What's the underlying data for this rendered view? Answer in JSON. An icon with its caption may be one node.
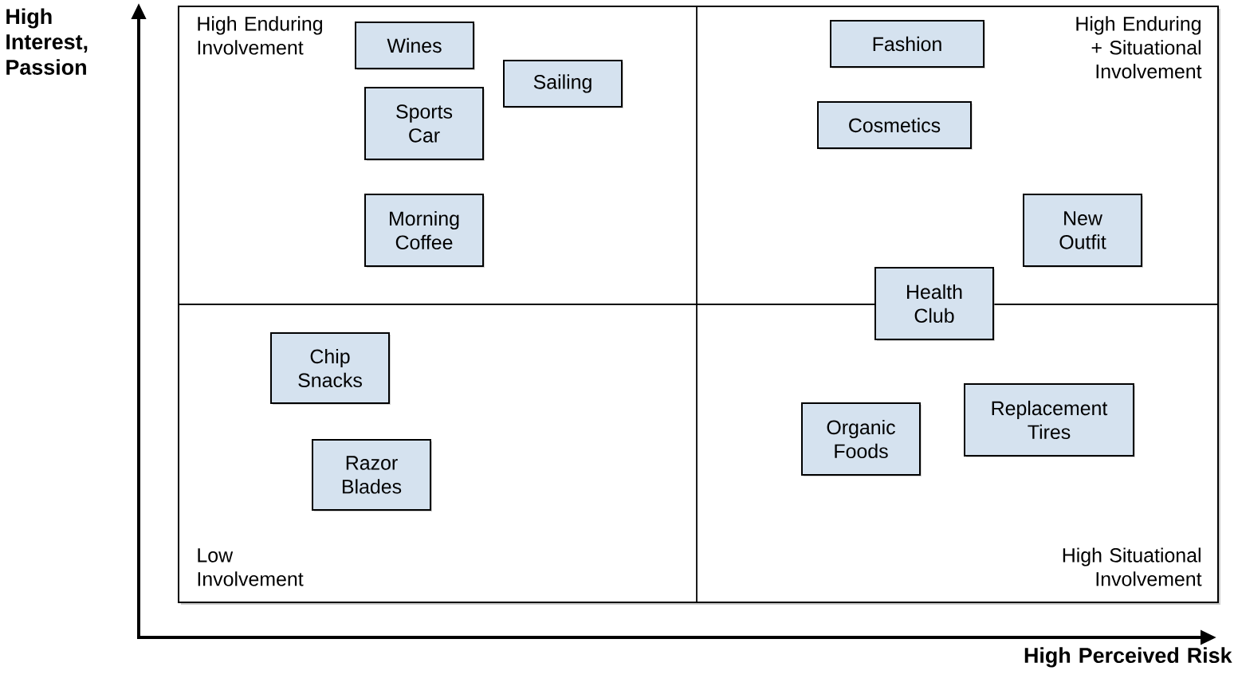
{
  "diagram": {
    "nodes": [
      {
        "text": [
          "Wines"
        ]
      },
      {
        "text": [
          "Fashion"
        ]
      },
      {
        "text": [
          "Sailing"
        ]
      },
      {
        "text": [
          "Sports Car"
        ]
      },
      {
        "text": [
          "Cosmetics"
        ]
      },
      {
        "text": [
          "Morning Coffee"
        ]
      },
      {
        "text": [
          "New Outfit"
        ]
      },
      {
        "text": [
          "Health Club"
        ]
      },
      {
        "text": [
          "Chip Snacks"
        ]
      },
      {
        "text": [
          "Replacement Tires"
        ]
      },
      {
        "text": [
          "Organic Foods"
        ]
      },
      {
        "text": [
          "Razor Blades"
        ]
      }
    ],
    "labels": [
      "High Interest, Passion",
      "High Enduring Involvement",
      "High Enduring + Situational Involvement",
      "Low Involvement",
      "High Situational Involvement",
      "High Perceived Risk"
    ]
  }
}
